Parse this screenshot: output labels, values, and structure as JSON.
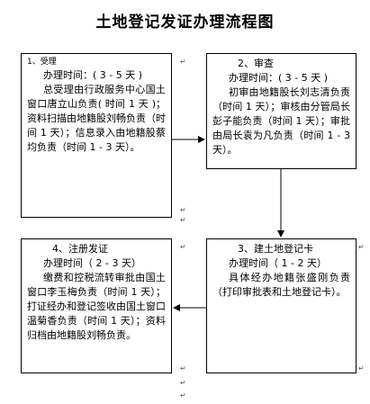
{
  "title": "土地登记发证办理流程图",
  "para_mark": "↵",
  "steps": [
    {
      "heading": "1、受理",
      "time": "办理时间：( 3 - 5 天 )",
      "body": "总受理由行政服务中心国土窗口唐立山负责( 时间 1 天 )；资料扫描由地籍股刘畅负责（时间 1 天）；信息录入由地籍股蔡均负责（时间  1 - 3 天）。"
    },
    {
      "heading": "2、审查",
      "time": "办理时间：( 3 - 5 天 )",
      "body": "初审由地籍股长刘志清负责（时间 1 天）；审核由分管局长彭子能负责（时间 1 天）；审批由局长袁为凡负责（时间 1 - 3 天）。"
    },
    {
      "heading": "3、建土地登记卡",
      "time": "办理时间（ 1 - 2 天）",
      "body": "具体经办地籍张盛刚负责（打印审批表和土地登记卡）。"
    },
    {
      "heading": "4、注册发证",
      "time": "办理时间（ 2 - 3 天）",
      "body": "缴费和控税流转审批由国土窗口李玉梅负责（时间 1 天）；打证经办和登记签收由国土窗口温菊香负责（时间 1 天）；资料归档由地籍股刘畅负责。"
    }
  ]
}
